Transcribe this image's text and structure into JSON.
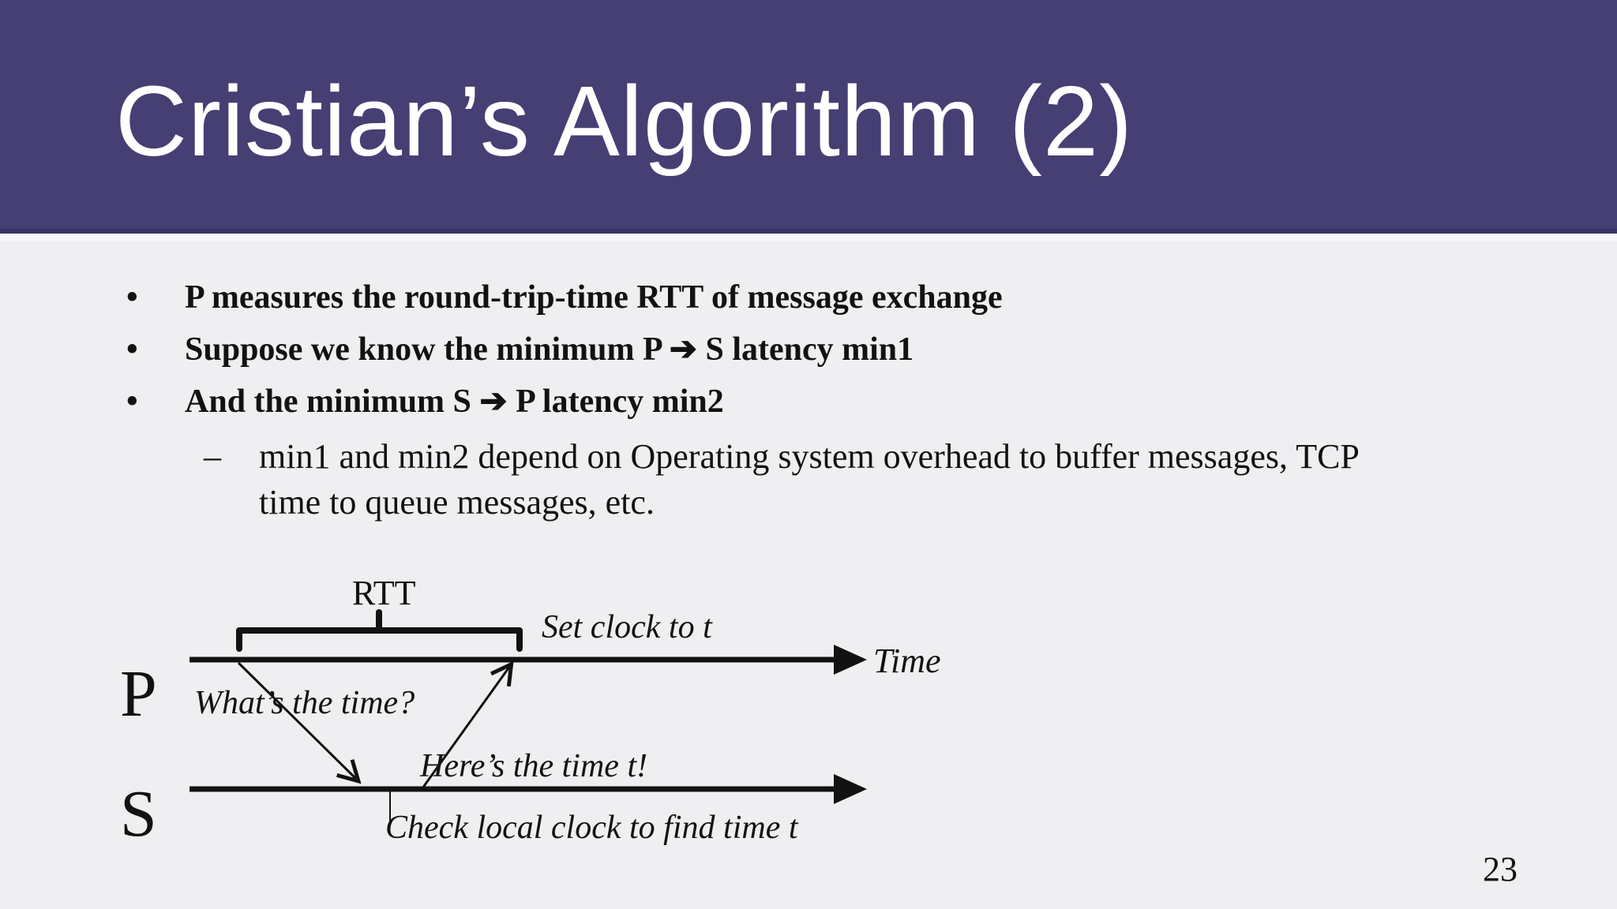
{
  "title": {
    "text": "Cristian’s Algorithm (2)"
  },
  "bullets": {
    "marker": "•",
    "items": [
      {
        "text": "P measures the round-trip-time RTT of message exchange"
      },
      {
        "text": "Suppose we know the minimum P ➔ S latency min1"
      },
      {
        "text": "And the minimum S ➔ P latency min2"
      }
    ],
    "sub": {
      "marker": "–",
      "lines": [
        "min1 and min2 depend on Operating system overhead to buffer messages, TCP",
        "time to queue messages, etc."
      ]
    }
  },
  "diagram": {
    "rtt_label": "RTT",
    "set_clock_label": "Set clock to t",
    "time_axis_label": "Time",
    "process_p_label": "P",
    "process_s_label": "S",
    "request_label": "What’s the time?",
    "reply_label": "Here’s the time t!",
    "check_clock_label": "Check local clock to find time t"
  },
  "footer": {
    "page_number": "23"
  },
  "colors": {
    "header_bg": "#453f73",
    "header_edge": "#3a3566",
    "body_bg": "#efeef1",
    "body_strip": "#f7f7fa",
    "title_text": "#ffffff",
    "ink": "#121212"
  }
}
